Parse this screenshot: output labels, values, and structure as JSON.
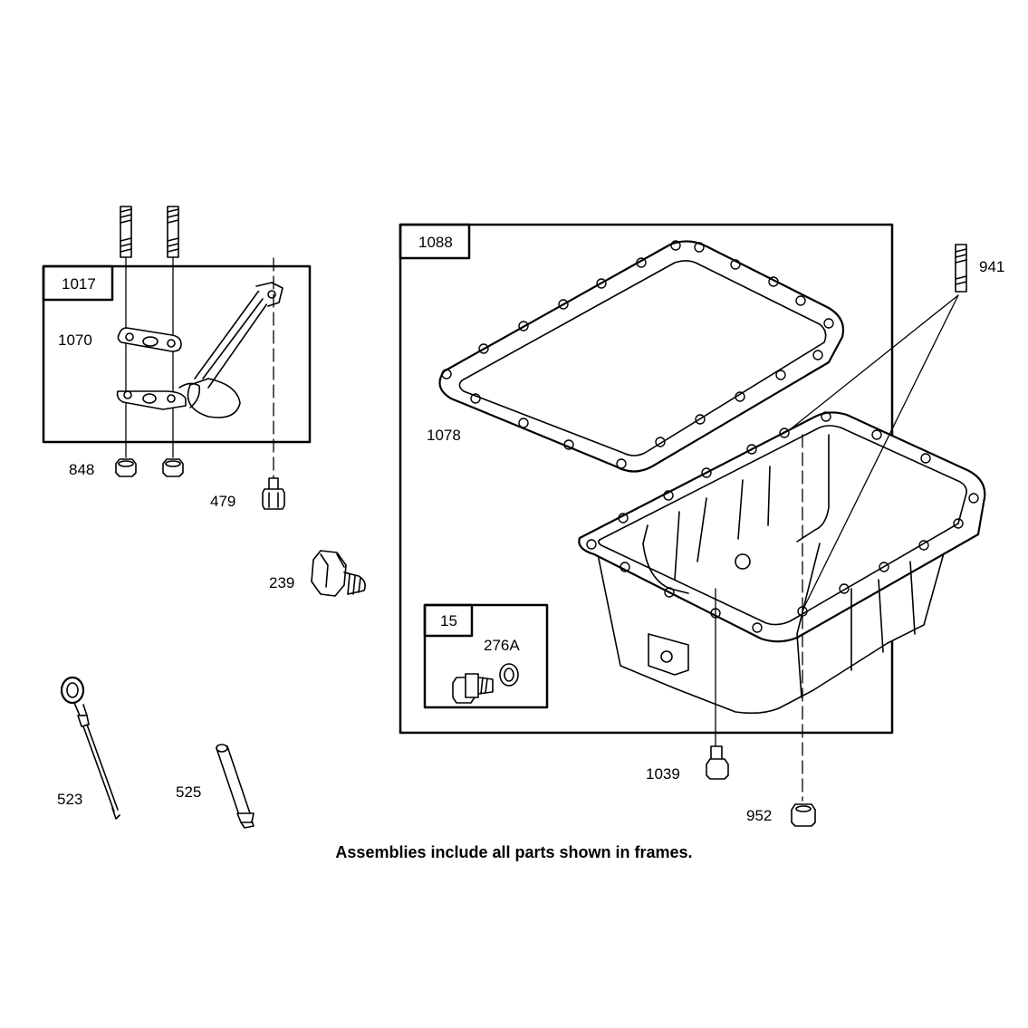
{
  "frames": {
    "f1017": "1017",
    "f1088": "1088",
    "f15": "15"
  },
  "parts": {
    "p1070": "1070",
    "p848": "848",
    "p479": "479",
    "p239": "239",
    "p1078": "1078",
    "p941": "941",
    "p276A": "276A",
    "p1039": "1039",
    "p952": "952",
    "p523": "523",
    "p525": "525"
  },
  "note": "Assemblies include all parts shown in frames.",
  "colors": {
    "line": "#000000",
    "background": "#ffffff"
  }
}
